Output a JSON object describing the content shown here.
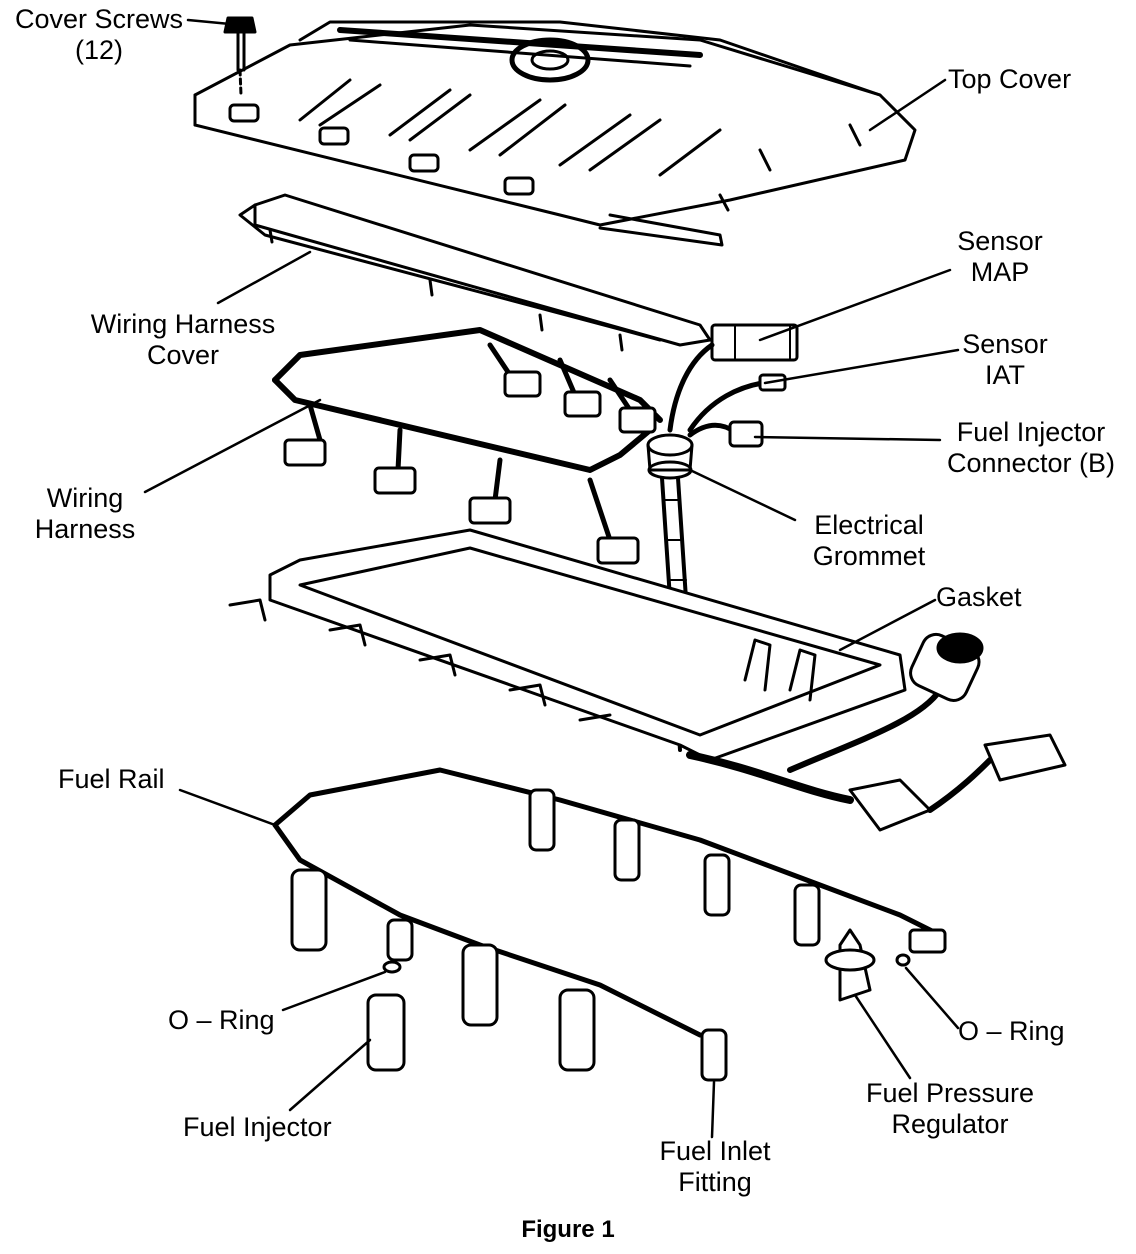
{
  "labels": {
    "cover_screws": [
      "Cover Screws",
      "(12)"
    ],
    "top_cover": [
      "Top Cover"
    ],
    "sensor_map": [
      "Sensor",
      "MAP"
    ],
    "wiring_harness_cover": [
      "Wiring Harness",
      "Cover"
    ],
    "sensor_iat": [
      "Sensor",
      "IAT"
    ],
    "fuel_injector_connector": [
      "Fuel Injector",
      "Connector (B)"
    ],
    "wiring_harness": [
      "Wiring",
      "Harness"
    ],
    "electrical_grommet": [
      "Electrical",
      "Grommet"
    ],
    "gasket": [
      "Gasket"
    ],
    "fuel_rail": [
      "Fuel Rail"
    ],
    "o_ring_left": [
      "O – Ring"
    ],
    "o_ring_right": [
      "O – Ring"
    ],
    "fuel_pressure_regulator": [
      "Fuel Pressure",
      "Regulator"
    ],
    "fuel_injector": [
      "Fuel Injector"
    ],
    "fuel_inlet_fitting": [
      "Fuel Inlet",
      "Fitting"
    ]
  },
  "caption": "Figure 1",
  "colors": {
    "ink": "#000000",
    "paper": "#ffffff"
  }
}
